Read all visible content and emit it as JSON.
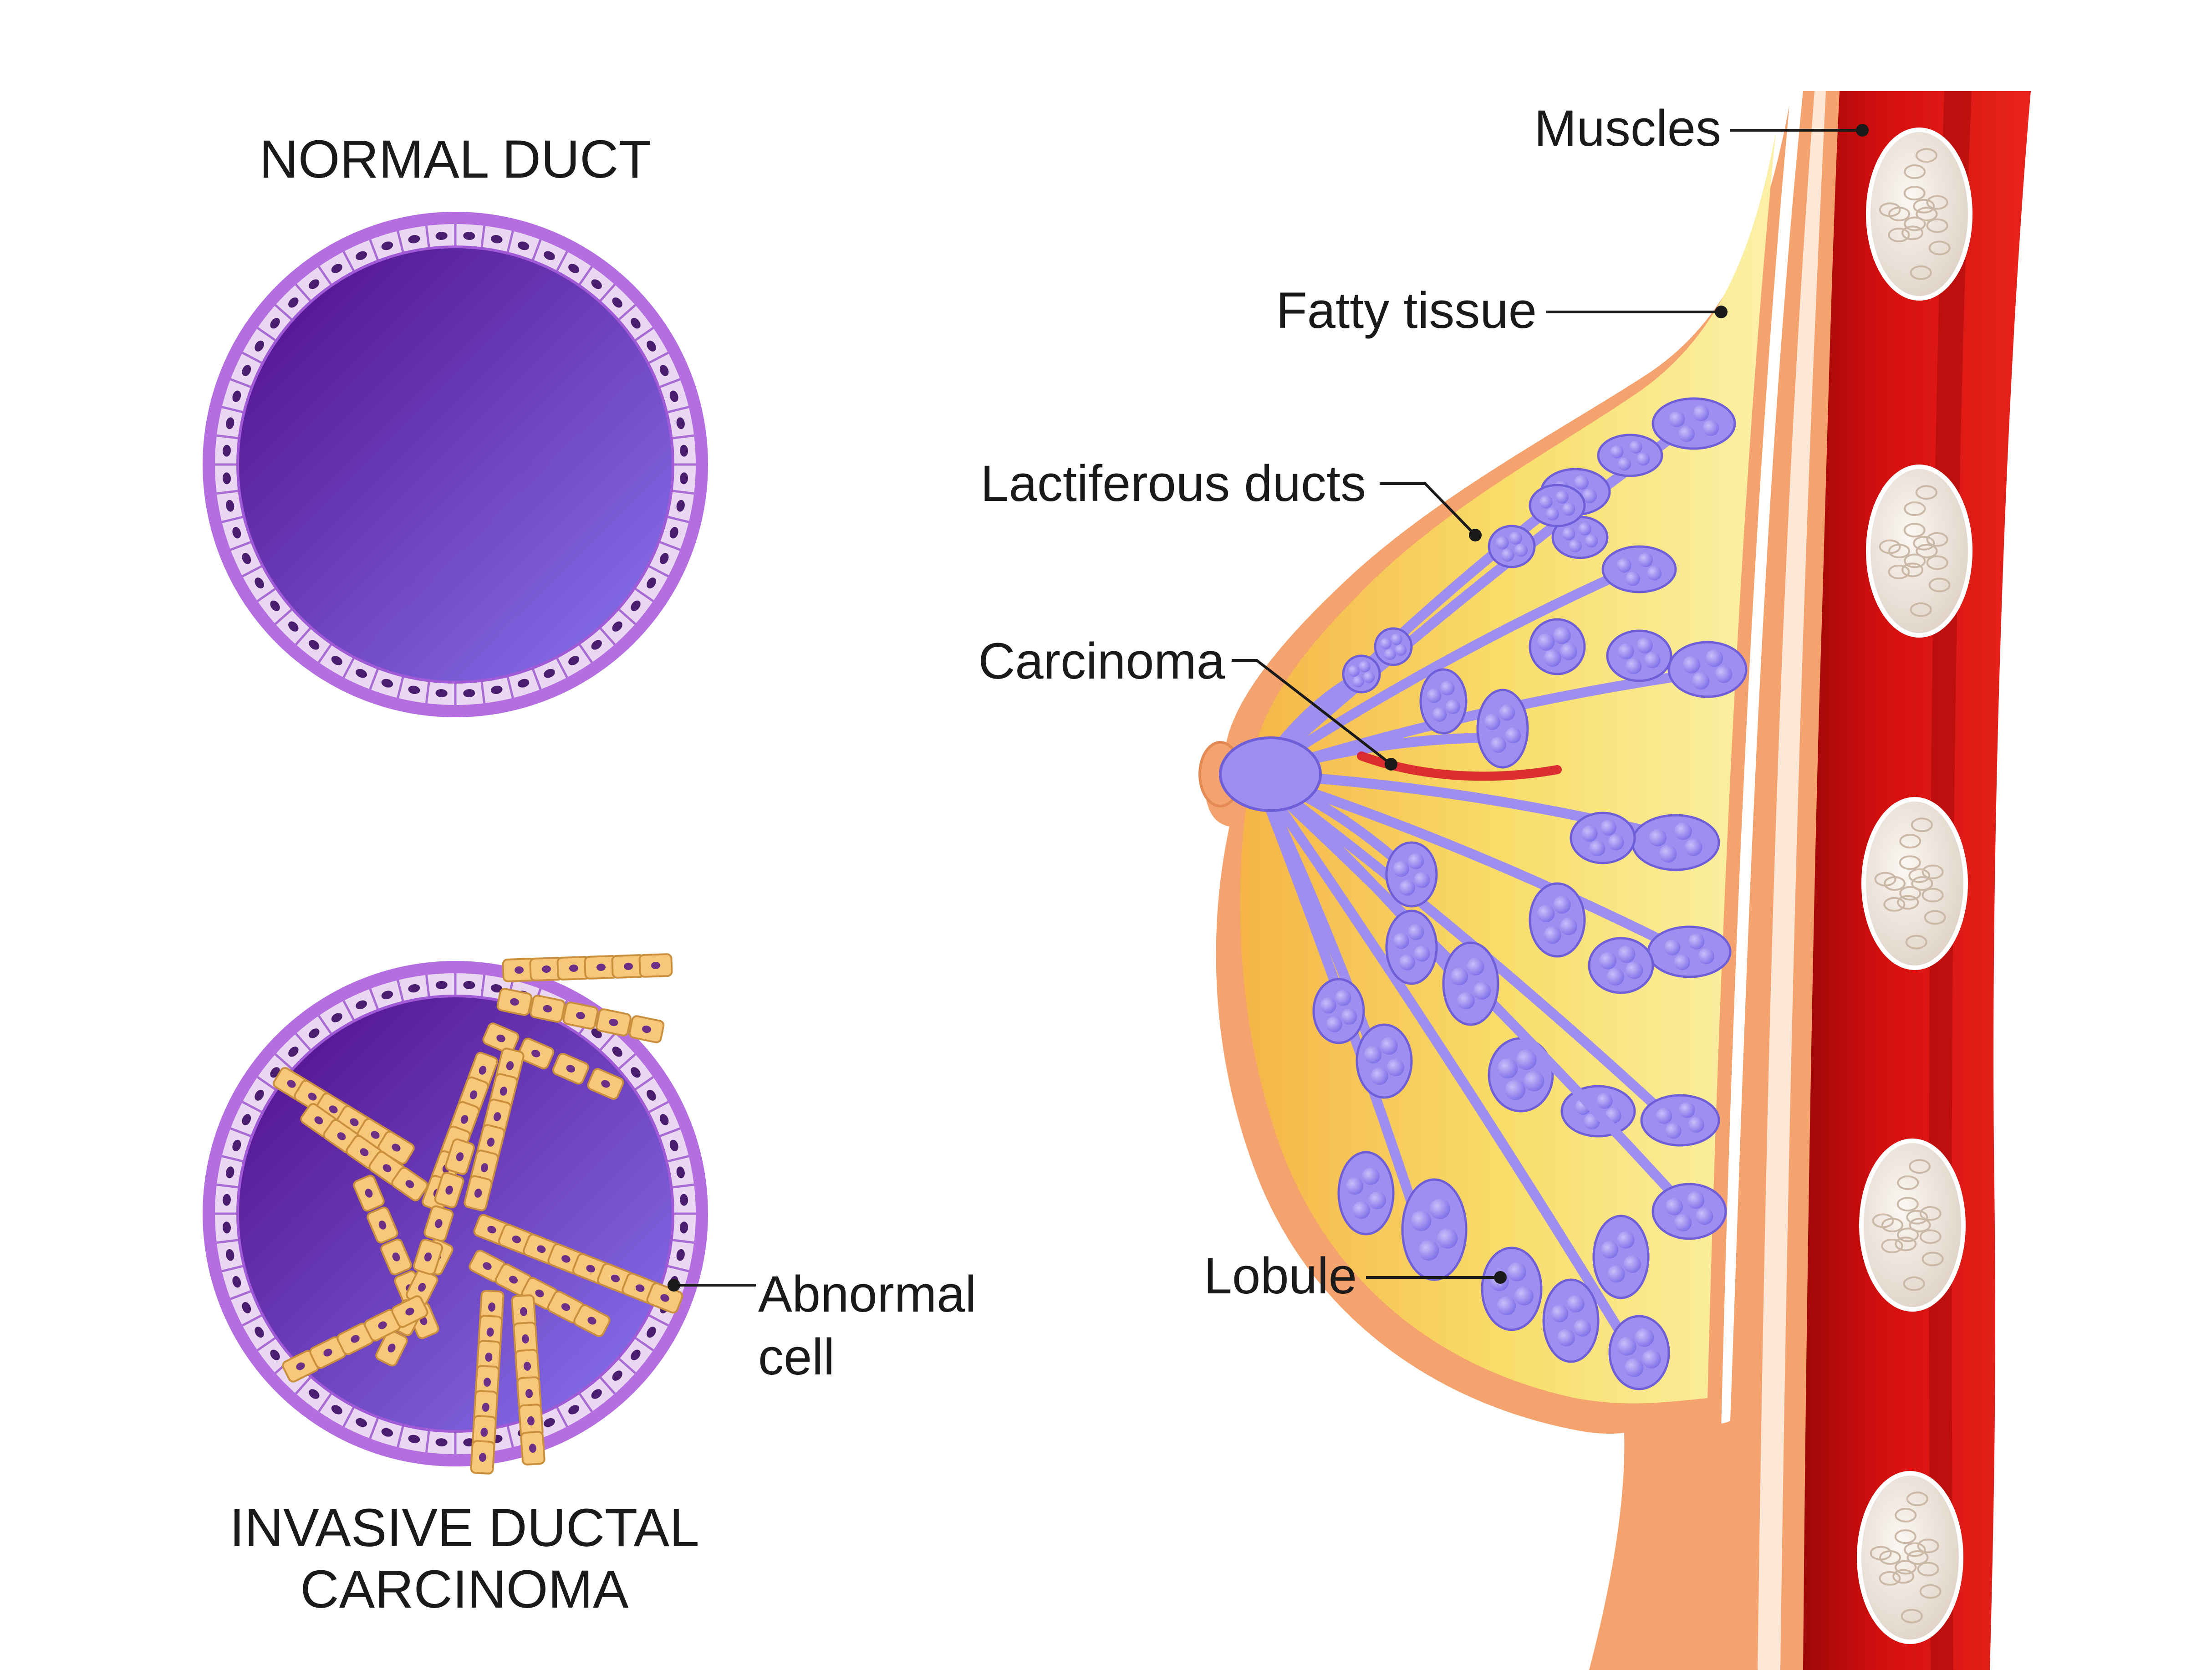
{
  "panels": {
    "normal_duct": {
      "title": "NORMAL DUCT"
    },
    "invasive": {
      "title_line1": "INVASIVE DUCTAL",
      "title_line2": "CARCINOMA",
      "callout_line1": "Abnormal",
      "callout_line2": "cell"
    }
  },
  "breast_labels": {
    "muscles": "Muscles",
    "fatty_tissue": "Fatty tissue",
    "lactiferous_ducts": "Lactiferous ducts",
    "carcinoma": "Carcinoma",
    "lobule": "Lobule"
  },
  "colors": {
    "duct_ring": "#b46ee0",
    "duct_cells": "#ead8f2",
    "duct_lumen_top": "#4f0a86",
    "duct_lumen_bottom": "#8a76f2",
    "abnormal_cell": "#f7c77a",
    "muscle_red": "#d40f0f",
    "rib_bone": "#efe6df",
    "fatty_tissue": "#f8dd6a",
    "skin": "#f5a36e",
    "ducts_lobules": "#9d8ef0",
    "carcinoma_red": "#d81c2a"
  }
}
